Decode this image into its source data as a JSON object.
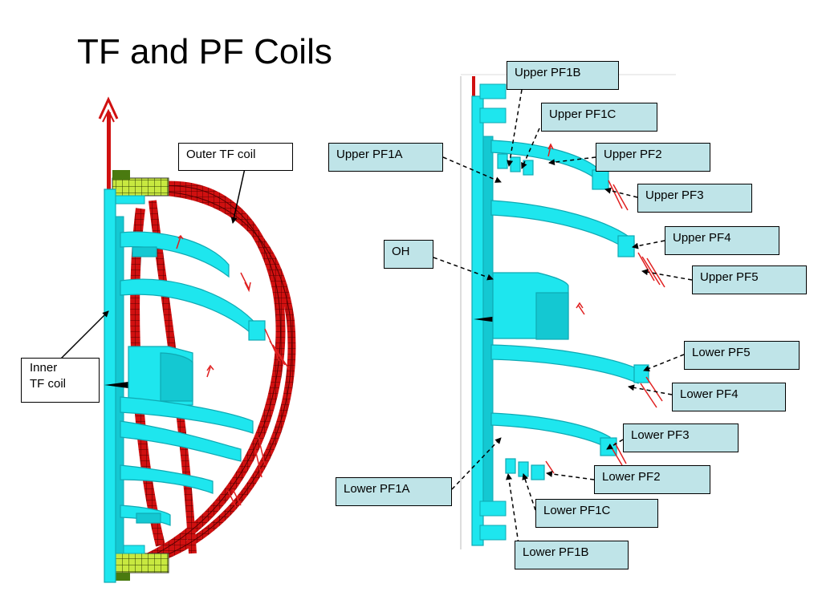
{
  "title": "TF and PF Coils",
  "left_labels": {
    "outer_tf": "Outer TF coil",
    "inner_tf": "Inner\nTF coil"
  },
  "right_labels": {
    "upper_pf1b": "Upper PF1B",
    "upper_pf1c": "Upper PF1C",
    "upper_pf1a": "Upper PF1A",
    "upper_pf2": "Upper PF2",
    "upper_pf3": "Upper PF3",
    "upper_pf4": "Upper PF4",
    "upper_pf5": "Upper PF5",
    "oh": "OH",
    "lower_pf5": "Lower PF5",
    "lower_pf4": "Lower PF4",
    "lower_pf3": "Lower PF3",
    "lower_pf2": "Lower PF2",
    "lower_pf1a": "Lower PF1A",
    "lower_pf1c": "Lower PF1C",
    "lower_pf1b": "Lower PF1B"
  },
  "colors": {
    "coil_cyan": "#1ee6ee",
    "coil_shadow": "#0fa9b3",
    "tf_red": "#d01010",
    "mesh_yellow": "#c8e840",
    "label_fill": "#bfe4e8",
    "force_arrow": "#e02020"
  }
}
